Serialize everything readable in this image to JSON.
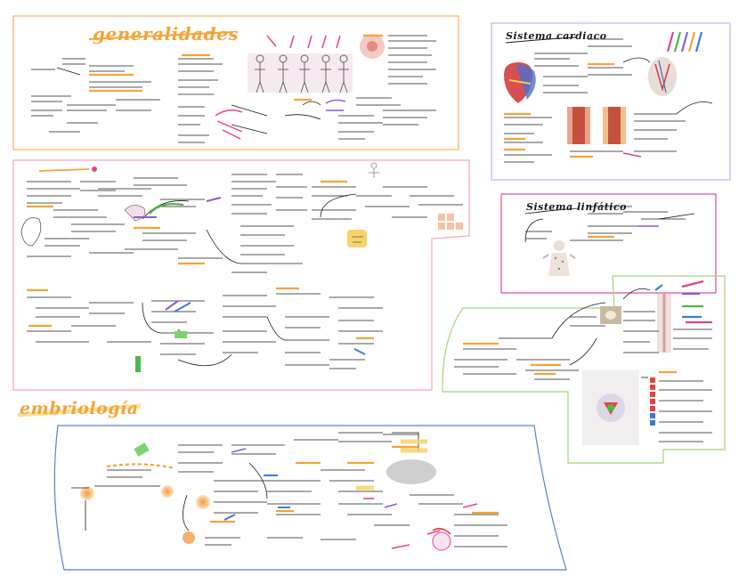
{
  "colors": {
    "background": "#ffffff",
    "ink": "#1a1a1a",
    "highlight_orange": "#f4a43a",
    "highlight_yellow": "#f6d36b",
    "highlight_pink": "#e8408c",
    "highlight_purple": "#8a5cd6",
    "highlight_green": "#4cb847",
    "highlight_blue": "#3d7ad9",
    "border_orange": "#f2b262",
    "border_pink": "#f1a7c8",
    "border_lavender": "#b6b6ee",
    "border_magenta": "#d04ca8",
    "border_green": "#a8d27a",
    "border_blue": "#5b82c4"
  },
  "sections": {
    "generalidades": {
      "title": "generalidades"
    },
    "sistema_cardiaco": {
      "title": "Sistema cardiaco"
    },
    "sistema_linfatico": {
      "title": "Sistema linfático"
    },
    "embriologia": {
      "title": "embriología"
    }
  }
}
